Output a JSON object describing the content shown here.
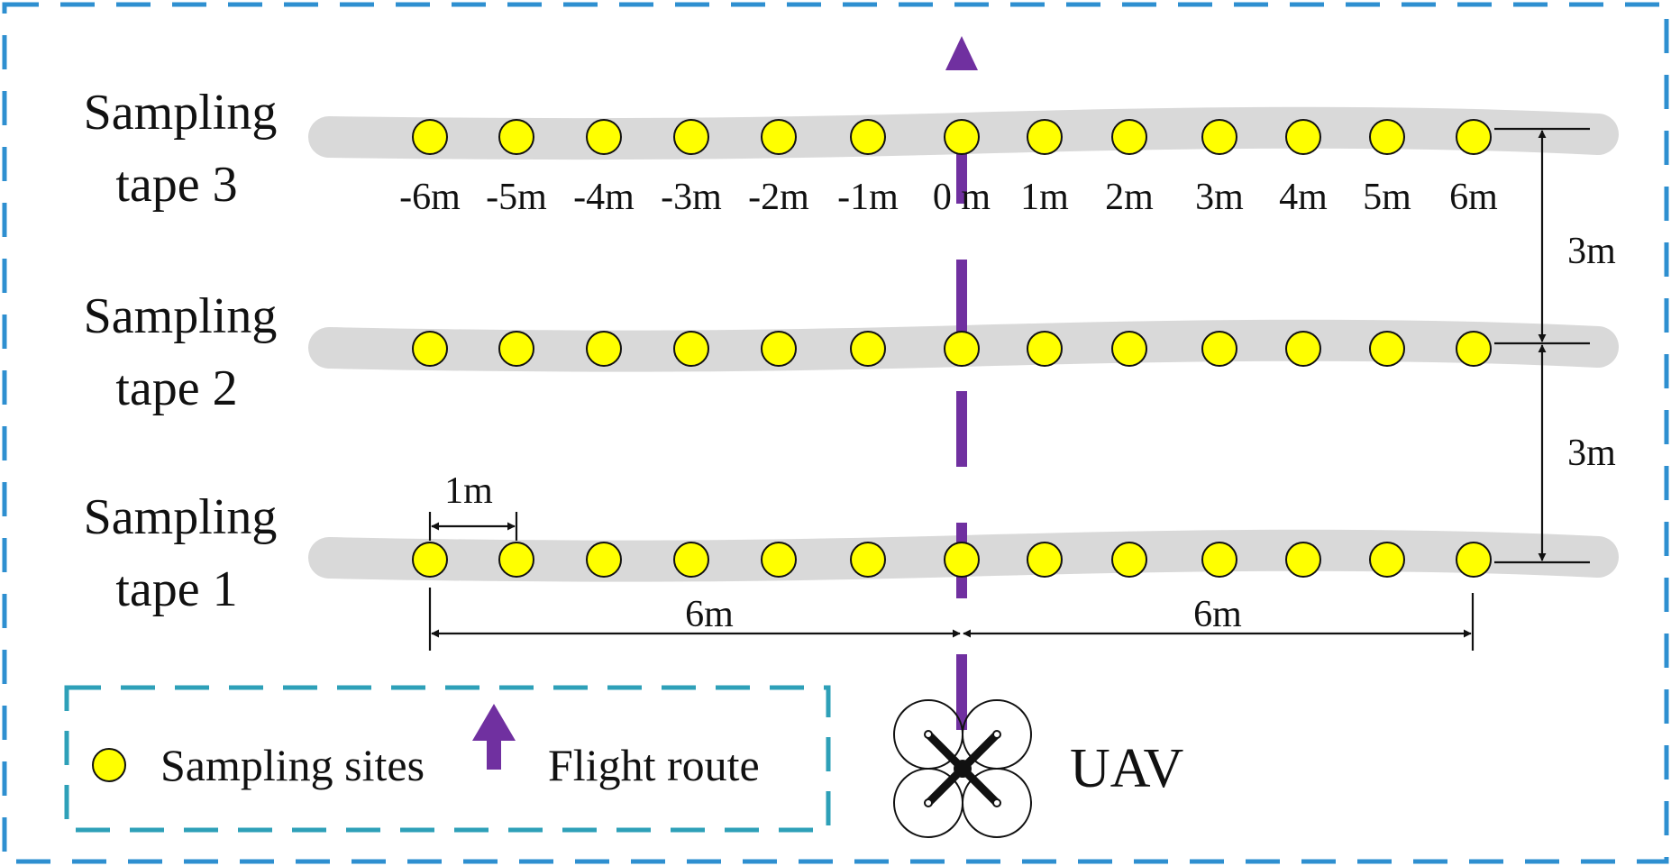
{
  "tapes": [
    {
      "line1": "Sampling",
      "line2": "tape 3"
    },
    {
      "line1": "Sampling",
      "line2": "tape 2"
    },
    {
      "line1": "Sampling",
      "line2": "tape 1"
    }
  ],
  "distance_labels": [
    "-6m",
    "-5m",
    "-4m",
    "-3m",
    "-2m",
    "-1m",
    "0 m",
    "1m",
    "2m",
    "3m",
    "4m",
    "5m",
    "6m"
  ],
  "spacing_labels": {
    "tape_gap_upper": "3m",
    "tape_gap_lower": "3m",
    "site_spacing": "1m",
    "half_width_left": "6m",
    "half_width_right": "6m"
  },
  "legend": {
    "sites_label": "Sampling sites",
    "route_label": "Flight route"
  },
  "uav_label": "UAV",
  "colors": {
    "outer_border": "#2e8fd0",
    "legend_border": "#2ea0b8",
    "tape": "#d9d9d9",
    "site_fill": "#ffff00",
    "route": "#7030a0"
  }
}
